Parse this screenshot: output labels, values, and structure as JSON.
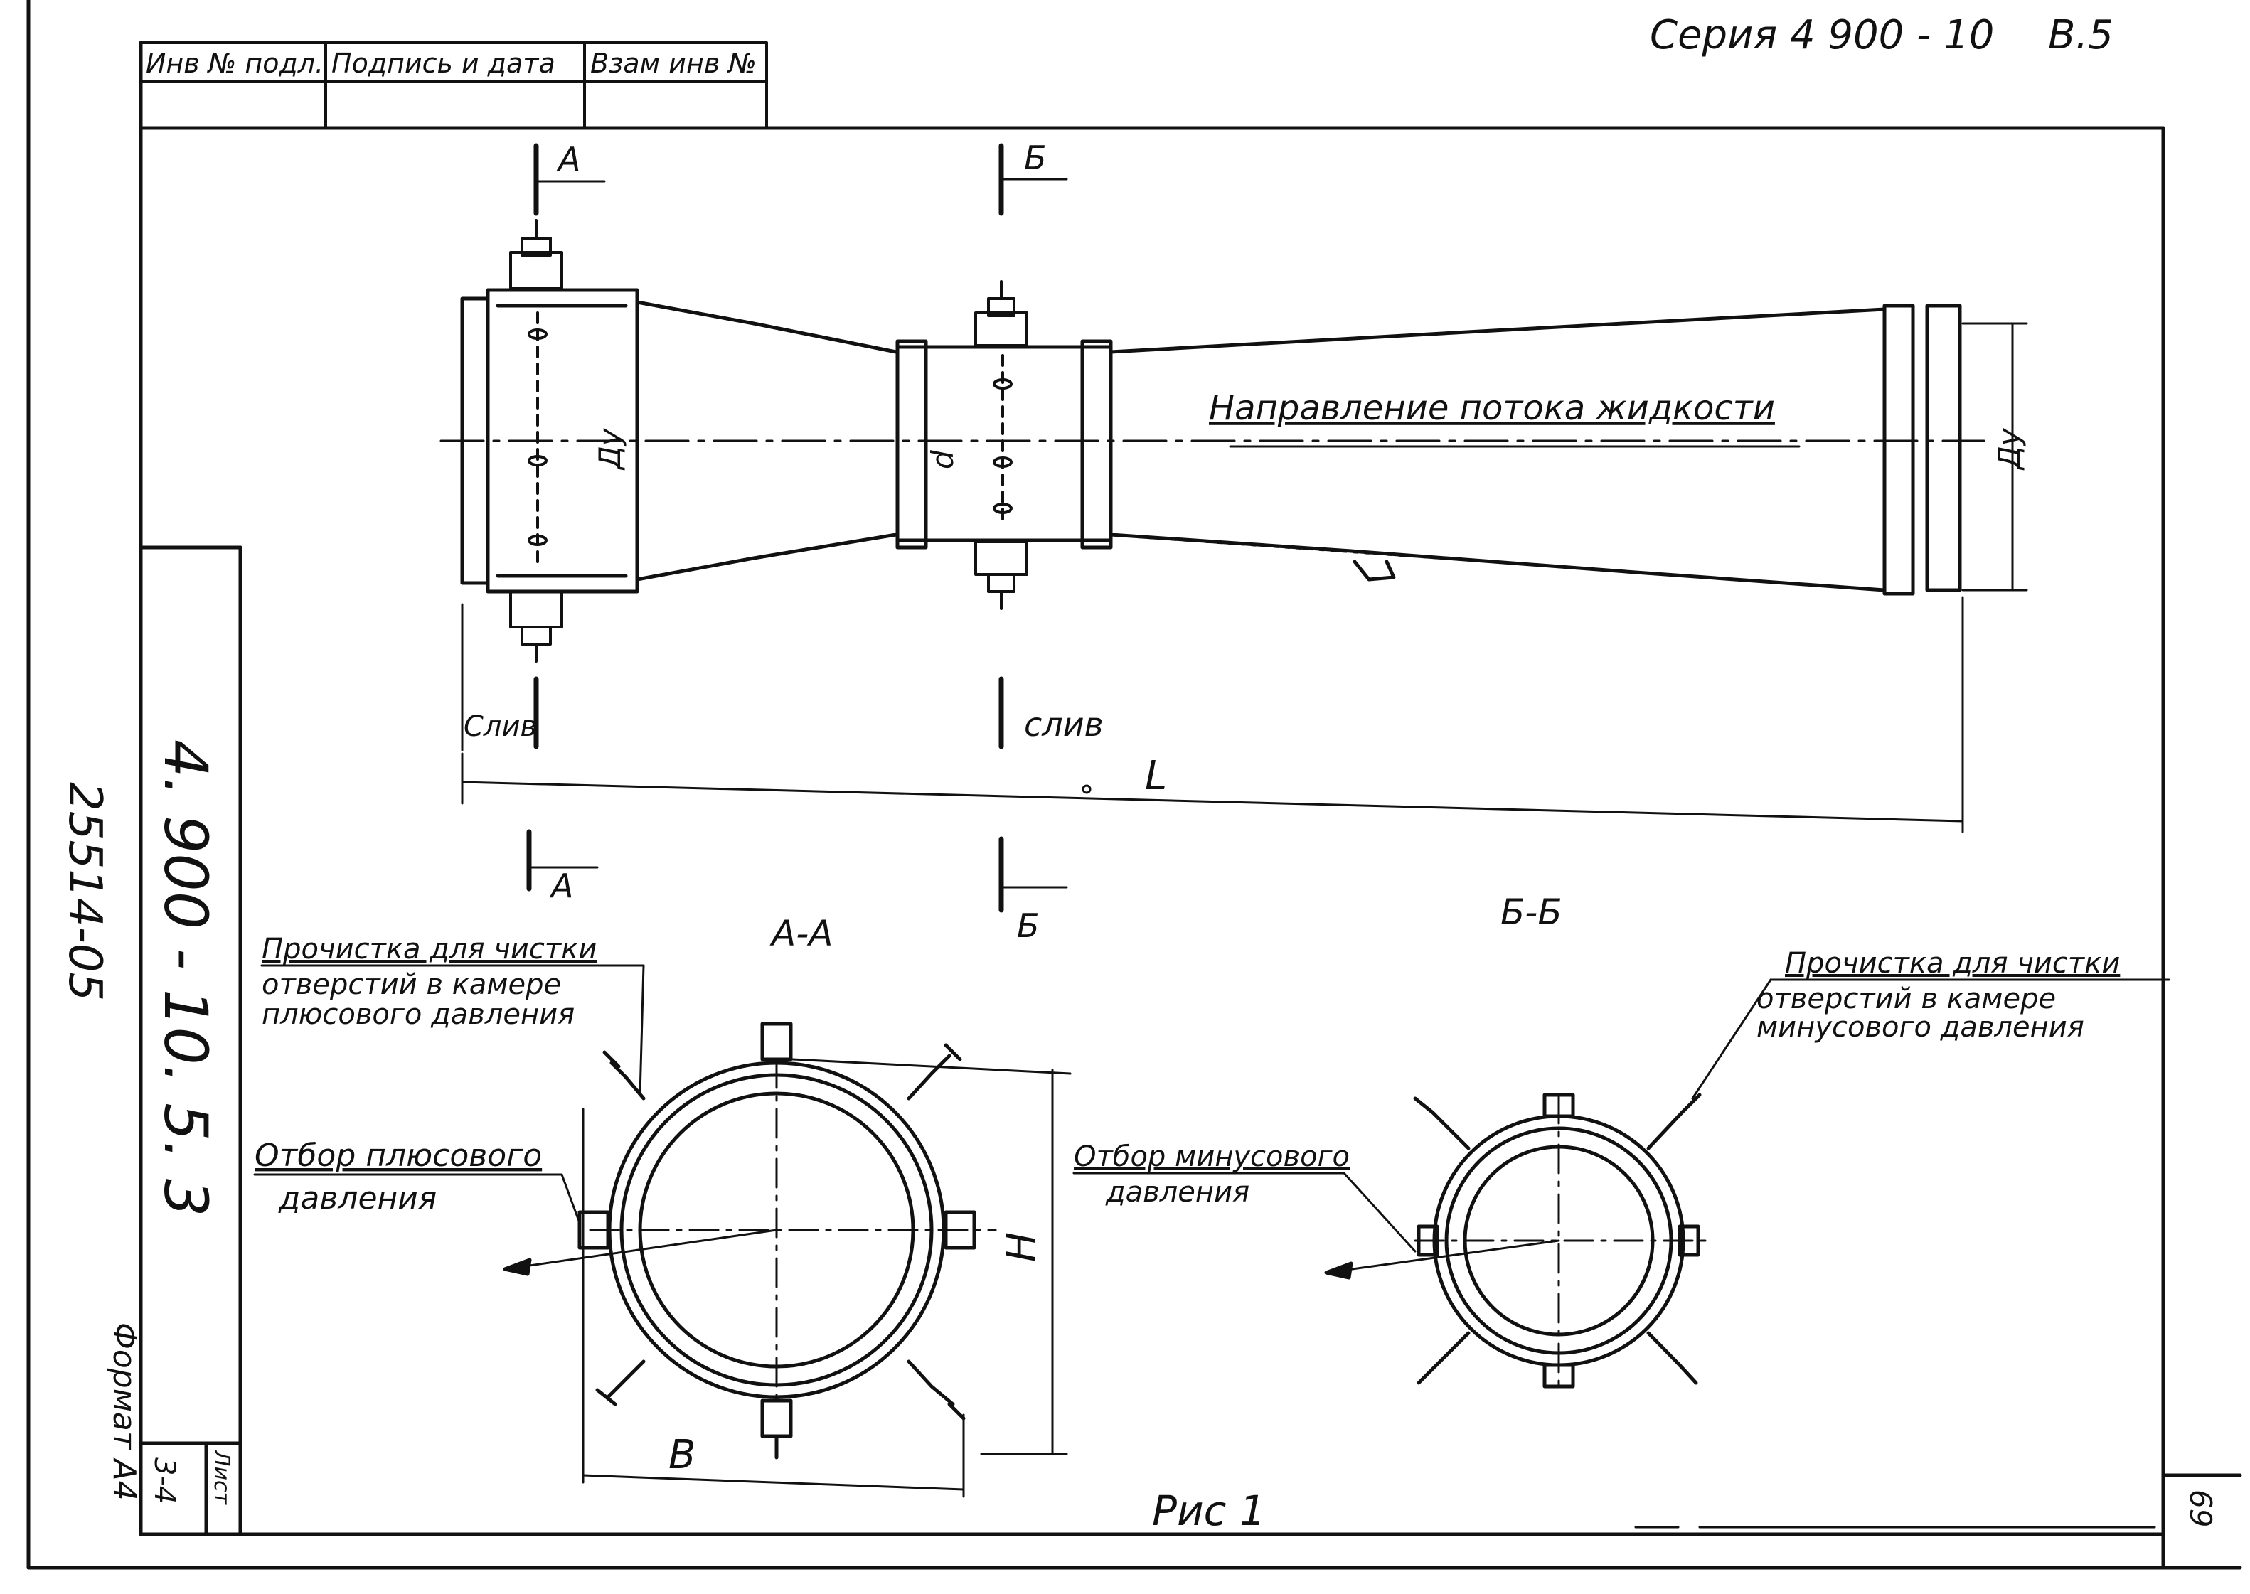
{
  "title_block": {
    "series": "Серия 4 900 - 10",
    "volume": "В.5",
    "stamp_columns": [
      "Инв № подл.",
      "Подпись и дата",
      "Взам инв №"
    ]
  },
  "side_panel": {
    "doc_number": "4. 900 - 10. 5. 3",
    "archive_number": "25514-05",
    "format_label": "Формат А4",
    "sheet_label": "Лист",
    "sheet_value": "3-4"
  },
  "corner_page_number": "69",
  "drawing": {
    "caption": "Рис 1",
    "flow_label": "Направление потока жидкости",
    "dim_L": "L",
    "dim_Du": "Ду",
    "dim_d": "d",
    "dim_H": "H",
    "dim_B": "B",
    "drain_left": "Слив",
    "drain_right": "слив",
    "section_marks": {
      "a_top": "А",
      "b_top": "Б",
      "a_bottom": "А",
      "b_bottom": "Б"
    },
    "section_A_title": "А-А",
    "section_B_title": "Б-Б",
    "callouts": {
      "clean_plus_1": "Прочистка для чистки",
      "clean_plus_2": "отверстий в камере",
      "clean_plus_3": "плюсового давления",
      "tap_plus_1": "Отбор плюсового",
      "tap_plus_2": "давления",
      "tap_minus_1": "Отбор минусового",
      "tap_minus_2": "давления",
      "clean_minus_1": "Прочистка для чистки",
      "clean_minus_2": "отверстий в камере",
      "clean_minus_3": "минусового давления"
    }
  }
}
